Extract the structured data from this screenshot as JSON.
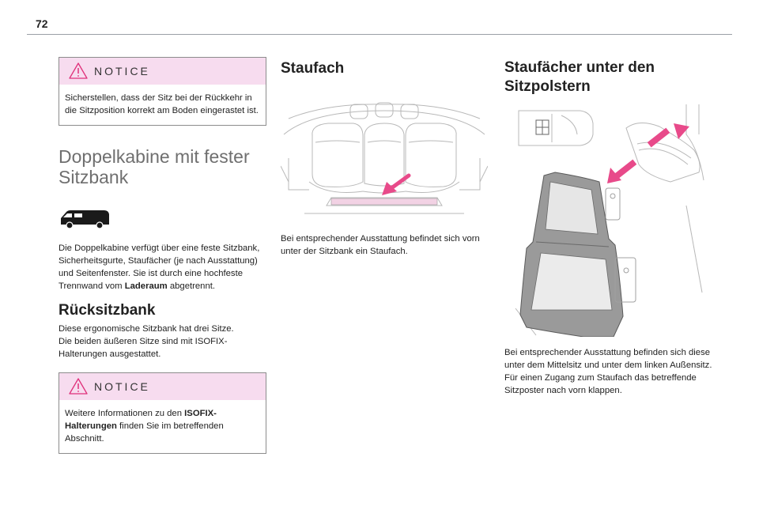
{
  "page": {
    "number": "72"
  },
  "left": {
    "notice1": {
      "title": "NOTICE",
      "text": "Sicherstellen, dass der Sitz bei der Rückkehr in die Sitzposition korrekt am Boden eingerastet ist."
    },
    "section_title": "Doppelkabine mit fester Sitzbank",
    "intro": {
      "text_before": "Die Doppelkabine verfügt über eine feste Sitzbank, Sicherheitsgurte, Staufächer (je nach Ausstattung) und Seitenfenster. Sie ist durch eine hochfeste Trennwand vom ",
      "bold": "Laderaum",
      "text_after": " abgetrennt."
    },
    "rear_seat": {
      "title": "Rücksitzbank",
      "line1": "Diese ergonomische Sitzbank hat drei Sitze.",
      "line2": "Die beiden äußeren Sitze sind mit ISOFIX-Halterungen ausgestattet."
    },
    "notice2": {
      "title": "NOTICE",
      "text_before": "Weitere Informationen zu den ",
      "bold": "ISOFIX-Halterungen",
      "text_after": " finden Sie im betreffenden Abschnitt."
    }
  },
  "middle": {
    "title": "Staufach",
    "text": "Bei entsprechender Ausstattung befindet sich vorn unter der Sitzbank ein Staufach."
  },
  "right": {
    "title": "Staufächer unter den Sitzpolstern",
    "text": "Bei entsprechender Ausstattung befinden sich diese unter dem Mittelsitz und unter dem linken Außensitz. Für einen Zugang zum Staufach das betreffende Sitzposter nach vorn klappen."
  },
  "colors": {
    "notice_bg": "#f7dcef",
    "warning": "#e0307a",
    "arrow": "#e84a8a",
    "heading_light": "#6f6f6f"
  }
}
